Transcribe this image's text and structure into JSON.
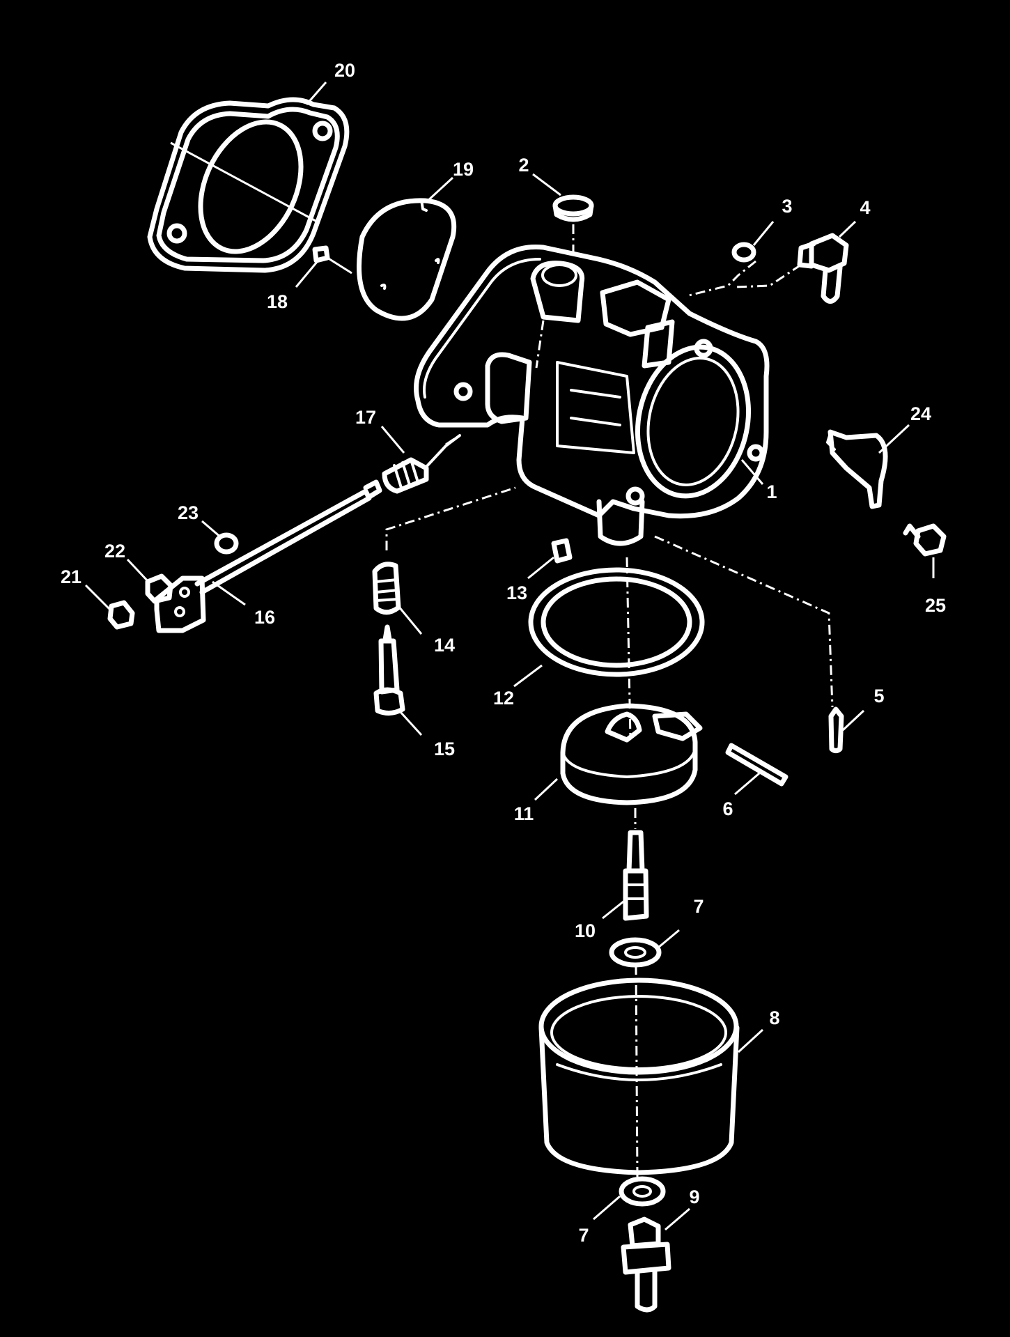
{
  "diagram": {
    "background": "#000000",
    "ink": "#ffffff",
    "callouts": [
      {
        "id": "20",
        "label": "20"
      },
      {
        "id": "19",
        "label": "19"
      },
      {
        "id": "18",
        "label": "18"
      },
      {
        "id": "2",
        "label": "2"
      },
      {
        "id": "3",
        "label": "3"
      },
      {
        "id": "4",
        "label": "4"
      },
      {
        "id": "1",
        "label": "1"
      },
      {
        "id": "24",
        "label": "24"
      },
      {
        "id": "25",
        "label": "25"
      },
      {
        "id": "17",
        "label": "17"
      },
      {
        "id": "23",
        "label": "23"
      },
      {
        "id": "22",
        "label": "22"
      },
      {
        "id": "21",
        "label": "21"
      },
      {
        "id": "16",
        "label": "16"
      },
      {
        "id": "13",
        "label": "13"
      },
      {
        "id": "14",
        "label": "14"
      },
      {
        "id": "15",
        "label": "15"
      },
      {
        "id": "12",
        "label": "12"
      },
      {
        "id": "5",
        "label": "5"
      },
      {
        "id": "6",
        "label": "6"
      },
      {
        "id": "11",
        "label": "11"
      },
      {
        "id": "10",
        "label": "10"
      },
      {
        "id": "7a",
        "label": "7"
      },
      {
        "id": "8",
        "label": "8"
      },
      {
        "id": "7b",
        "label": "7"
      },
      {
        "id": "9",
        "label": "9"
      }
    ]
  }
}
